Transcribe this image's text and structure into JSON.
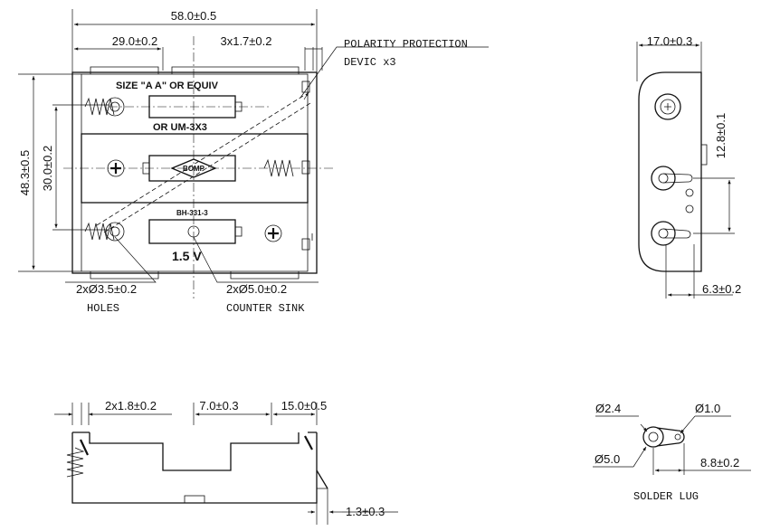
{
  "front_view": {
    "dim_overall_width": "58.0±0.5",
    "dim_left_half": "29.0±0.2",
    "dim_pitch": "3x1.7±0.2",
    "dim_height": "48.3±0.5",
    "dim_hole_pitch": "30.0±0.2",
    "callout_polarity": "POLARITY PROTECTION",
    "callout_device": "DEVIC x3",
    "label_size": "SIZE \"A A\" OR EQUIV",
    "label_um": "OR UM-3X3",
    "label_logo": "BOMP",
    "label_part": "BH-331-3",
    "label_voltage": "1.5 V",
    "hole_dim": "2xØ3.5±0.2",
    "hole_label": "HOLES",
    "sink_dim": "2xØ5.0±0.2",
    "sink_label": "COUNTER SINK"
  },
  "side_view": {
    "dim_depth": "17.0±0.3",
    "dim_lug_spacing": "12.8±0.1",
    "dim_lug_offset": "6.3±0.2"
  },
  "bottom_view": {
    "dim_pitch": "2x1.8±0.2",
    "dim_center": "7.0±0.3",
    "dim_right": "15.0±0.5",
    "dim_thickness": "1.3±0.3"
  },
  "solder_lug": {
    "dim_small_hole": "Ø2.4",
    "dim_tip_hole": "Ø1.0",
    "dim_outer": "Ø5.0",
    "dim_length": "8.8±0.2",
    "title": "SOLDER LUG"
  }
}
